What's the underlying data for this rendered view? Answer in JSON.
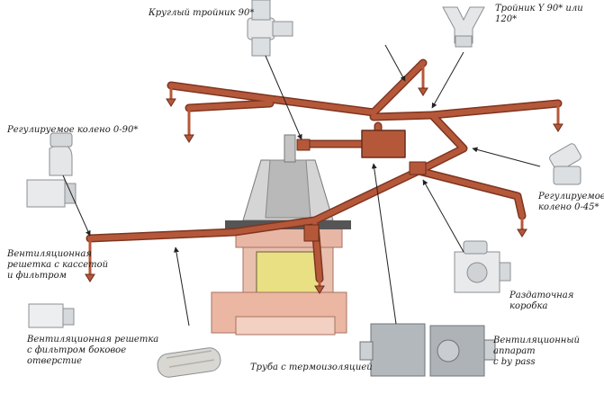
{
  "labels": {
    "round_tee": "Круглый тройник 90*",
    "y_tee": "Тройник Y 90* или 120*",
    "adjustable_elbow_90": "Регулируемое колено 0-90*",
    "adjustable_elbow_45": "Регулируемое\nколено 0-45*",
    "grille_cassette": "Вентиляционная\nрешетка с кассетой\nи фильтром",
    "distribution_box": "Раздаточная коробка",
    "grille_side": "Вентиляционная решетка\nс фильтром боковое\nотверстие",
    "insulated_pipe": "Труба с термоизоляцией",
    "ventilation_unit": "Вентиляционный аппарат\nс by pass"
  },
  "colors": {
    "duct": "#b5583a",
    "duct_dark": "#7e3520",
    "hearth_base": "#e8b6a4",
    "hood": "#c9c9c9",
    "firebox": "#e8e083",
    "metal": "#c8ccd0"
  }
}
